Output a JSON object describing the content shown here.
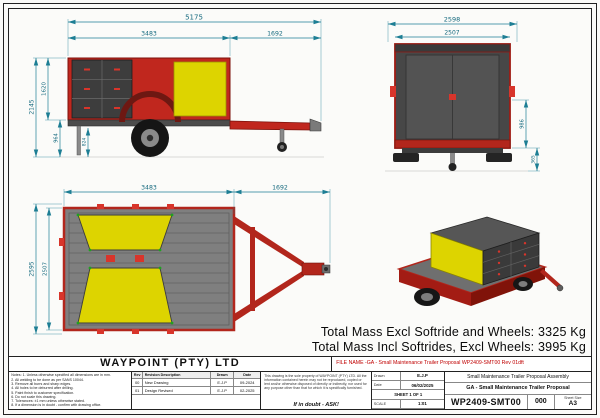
{
  "views": {
    "side": {
      "dims": {
        "overall_length": "5175",
        "body_length": "3483",
        "drawbar_length": "1692",
        "overall_height": "2145",
        "body_height": "1620",
        "lower_height": "964",
        "leg_height": "824"
      }
    },
    "rear": {
      "dims": {
        "overall_width": "2598",
        "body_width": "2507",
        "lower_height": "986",
        "ground_clearance": "365"
      }
    },
    "plan": {
      "dims": {
        "body_length": "3483",
        "drawbar_length": "1692",
        "overall_width": "2595",
        "deck_width": "2507"
      }
    }
  },
  "mass": {
    "line1": "Total Mass Excl Softride and Wheels: 3325 Kg",
    "line2": "Total Mass Incl Softrides, Excl Wheels: 3995 Kg"
  },
  "title_block": {
    "company": "WAYPOINT (PTY) LTD",
    "file_name": "FILE NAME -GA - Small Maintenance Trailer Proposal WP2409-SMT00 Rev 01dft",
    "notes_lines": [
      "Notes: 1. Unless otherwise specified all dimensions are in mm.",
      "2. All welding to be done as per SANS 10044.",
      "3. Remove all burrs and sharp edges.",
      "4. All holes to be deburred after drilling.",
      "5. Paint finish to customer specification.",
      "6. Do not scale this drawing.",
      "7. Tolerances: ±1 mm unless otherwise stated.",
      "8. If a dimension is in doubt - confirm with drawing office."
    ],
    "revision_table": {
      "headers": [
        "Rev",
        "Revision Description",
        "Drawn",
        "Date"
      ],
      "rows": [
        [
          "00",
          "New Drawing",
          "E.J.P",
          "09-2024"
        ],
        [
          "01",
          "Design Revised",
          "E.J.P",
          "02-2025"
        ]
      ]
    },
    "disclaimer": "This drawing is the sole property of WAYPOINT (PTY) LTD. All the information contained herein may not be reproduced, copied or lent and/or otherwise disposed of directly or indirectly, nor used for any purpose other than that for which it is specifically furnished.",
    "ask": "If in doubt - ASK!",
    "drawn_label": "Drawn",
    "drawn_value": "E.J.P",
    "date_label": "Date",
    "date_value": "06/02/2025",
    "sheet_text": "SHEET 1 OF 1",
    "scale_label": "SCALE",
    "scale_value": "1:01",
    "title1": "Small Maintenance Trailer Proposal Assembly",
    "title2": "GA - Small Maintenance Trailer Proposal",
    "drg_no": "WP2409-SMT00",
    "rev": "000",
    "sheet_size_label": "Sheet Size",
    "sheet_size": "A3"
  },
  "colors": {
    "accent_red": "#b2261c",
    "panel_yellow": "#ddd400",
    "dimension_teal": "#1d7e94",
    "file_name_red": "#c00000"
  }
}
